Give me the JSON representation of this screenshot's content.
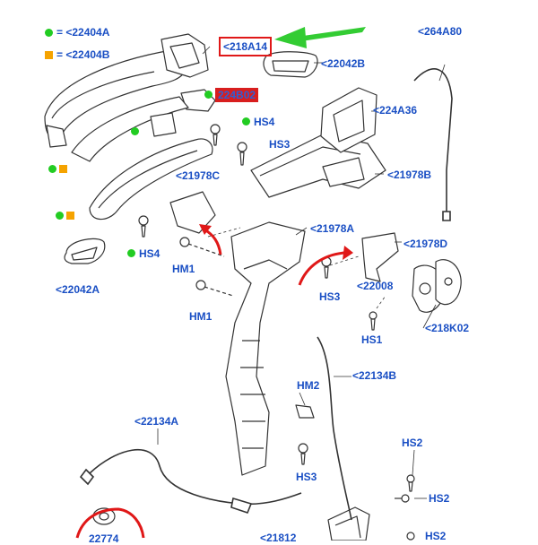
{
  "colors": {
    "label_blue": "#1a4fc4",
    "legend_green": "#22cc22",
    "legend_orange": "#f5a300",
    "highlight_red": "#e01818",
    "arrow_green": "#33cc33",
    "line_dark": "#333333"
  },
  "legend": {
    "green": "= <22404A",
    "orange": "= <22404B"
  },
  "labels": {
    "l218A14": "<218A14",
    "l22042B": "<22042B",
    "l264A80": "<264A80",
    "l224B02": "224B02",
    "l224A36": "<224A36",
    "lHS4a": "HS4",
    "lHS3a": "HS3",
    "l21978C": "<21978C",
    "l21978B": "<21978B",
    "l21978A": "<21978A",
    "l21978D": "<21978D",
    "lHS4b": "HS4",
    "lHM1a": "HM1",
    "l22042A": "<22042A",
    "lHS3b": "HS3",
    "l22008": "<22008",
    "lHM1b": "HM1",
    "l218K02": "<218K02",
    "lHS1": "HS1",
    "l22134B": "<22134B",
    "lHM2": "HM2",
    "l22134A": "<22134A",
    "lHS2a": "HS2",
    "lHS3c": "HS3",
    "lHS2b": "HS2",
    "l21812": "<21812",
    "lHS2c": "HS2",
    "l22774": "22774"
  }
}
